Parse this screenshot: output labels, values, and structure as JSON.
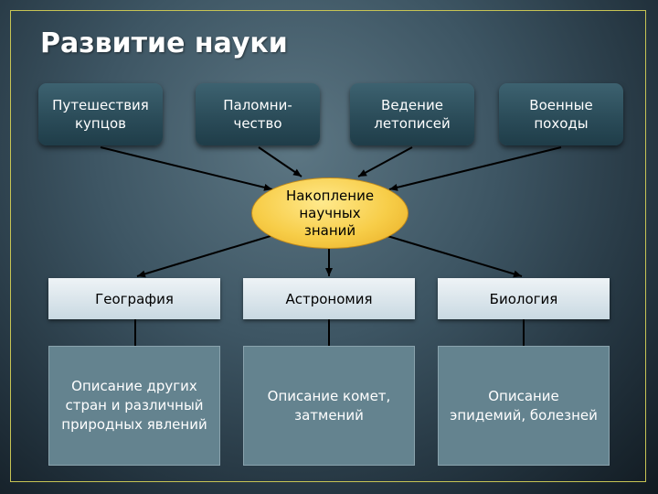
{
  "title": "Развитие науки",
  "sources": [
    {
      "label": "Путешествия\nкупцов"
    },
    {
      "label": "Паломни-\nчество"
    },
    {
      "label": "Ведение\nлетописей"
    },
    {
      "label": "Военные\nпоходы"
    }
  ],
  "center": {
    "label": "Накопление\nнаучных\nзнаний"
  },
  "sciences": [
    {
      "label": "География",
      "description": "Описание других\nстран и различный\nприродных явлений"
    },
    {
      "label": "Астрономия",
      "description": "Описание комет,\nзатмений"
    },
    {
      "label": "Биология",
      "description": "Описание\nэпидемий, болезней"
    }
  ],
  "colors": {
    "frame": "#c7c454",
    "source_box": "#2b4c59",
    "center_fill": "#f7cd48",
    "science_box": "#dce7ed",
    "description_box": "#64838f"
  }
}
